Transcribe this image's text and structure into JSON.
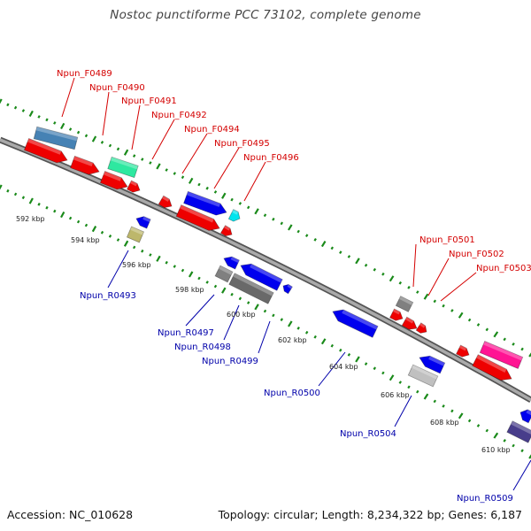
{
  "title": "Nostoc punctiforme PCC 73102, complete genome",
  "footer": {
    "accession": "Accession: NC_010628",
    "topology": "Topology: circular; Length: 8,234,322 bp; Genes: 6,187"
  },
  "ticks": [
    "592 kbp",
    "594 kbp",
    "596 kbp",
    "598 kbp",
    "600 kbp",
    "602 kbp",
    "604 kbp",
    "606 kbp",
    "608 kbp",
    "610 kbp"
  ],
  "forward_genes": [
    {
      "label": "Npun_F0489",
      "color": "#4682b4"
    },
    {
      "label": "Npun_F0490",
      "color": "#ee0000"
    },
    {
      "label": "Npun_F0491",
      "color": "#ee0000"
    },
    {
      "label": "Npun_F0492",
      "color": "#2ee8a0"
    },
    {
      "label": "Npun_F0494",
      "color": "#ee0000"
    },
    {
      "label": "Npun_F0495",
      "color": "#0000ee"
    },
    {
      "label": "Npun_F0496",
      "color": "#00e5ee"
    },
    {
      "label": "Npun_F0501",
      "color": "#808080"
    },
    {
      "label": "Npun_F0502",
      "color": "#ee0000"
    },
    {
      "label": "Npun_F0503",
      "color": "#ee0000"
    }
  ],
  "reverse_genes": [
    {
      "label": "Npun_R0493",
      "color": "#bdb76b"
    },
    {
      "label": "Npun_R0497",
      "color": "#808080"
    },
    {
      "label": "Npun_R0498",
      "color": "#696969"
    },
    {
      "label": "Npun_R0499",
      "color": "#0000ee"
    },
    {
      "label": "Npun_R0500",
      "color": "#0000ee"
    },
    {
      "label": "Npun_R0504",
      "color": "#c0c0c0"
    },
    {
      "label": "Npun_R0509",
      "color": "#483d8b"
    }
  ]
}
